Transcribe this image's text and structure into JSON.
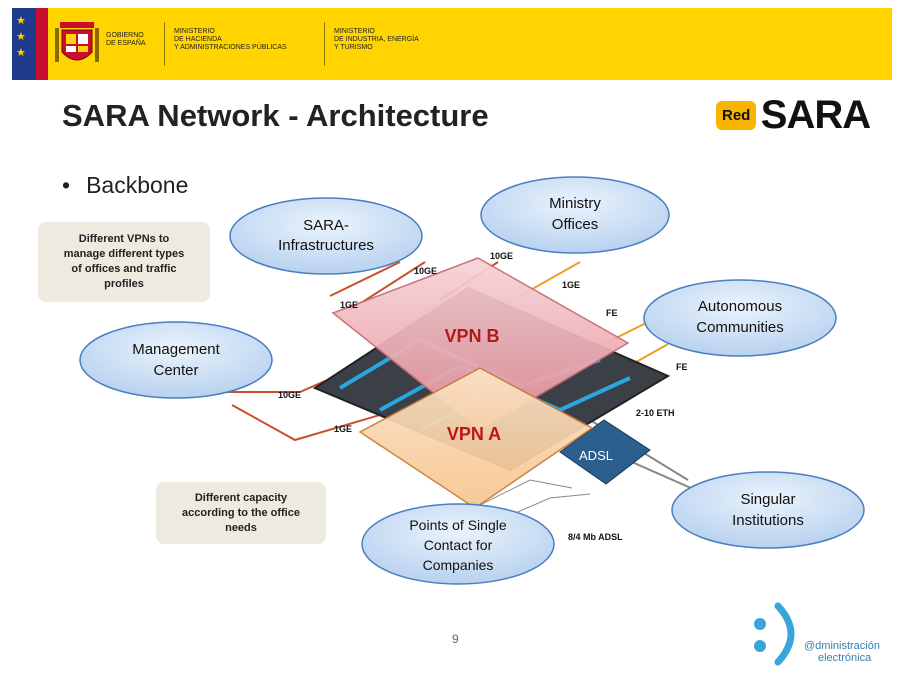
{
  "header": {
    "gov_line1": "GOBIERNO",
    "gov_line2": "DE ESPAÑA",
    "min1_line1": "MINISTERIO",
    "min1_line2": "DE HACIENDA",
    "min1_line3": "Y ADMINISTRACIONES PÚBLICAS",
    "min2_line1": "MINISTERIO",
    "min2_line2": "DE INDUSTRIA, ENERGÍA",
    "min2_line3": "Y TURISMO"
  },
  "logo": {
    "red": "Red",
    "sara": "SARA"
  },
  "title": "SARA Network - Architecture",
  "bullet": "Backbone",
  "notes": {
    "vpns": [
      "Different VPNs to",
      "manage different types",
      "of offices and traffic",
      "profiles"
    ],
    "capacity": [
      "Different capacity",
      "according to the office",
      "needs"
    ]
  },
  "nodes": {
    "sara_infra": [
      "SARA-",
      "Infrastructures"
    ],
    "ministry": [
      "Ministry",
      "Offices"
    ],
    "autonomous": [
      "Autonomous",
      "Communities"
    ],
    "management": [
      "Management",
      "Center"
    ],
    "singular": [
      "Singular",
      "Institutions"
    ],
    "points": [
      "Points of Single",
      "Contact for",
      "Companies"
    ]
  },
  "vpn": {
    "b": "VPN B",
    "a": "VPN A",
    "adsl": "ADSL"
  },
  "links": {
    "l_10ge_a": "10GE",
    "l_10ge_b": "10GE",
    "l_1ge_a": "1GE",
    "l_1ge_b": "1GE",
    "l_fe_a": "FE",
    "l_fe_b": "FE",
    "l_10ge_mgmt": "10GE",
    "l_1ge_mgmt": "1GE",
    "l_eth": "2-10 ETH",
    "l_adsl": "8/4 Mb ADSL"
  },
  "footer": {
    "page": "9",
    "ae_line1": "@dministración",
    "ae_line2": "electrónica"
  },
  "colors": {
    "banner": "#ffd400",
    "vpn_label": "#b01a1a",
    "node_fill": "#c9ddf3",
    "node_stroke": "#4a7ec0"
  }
}
